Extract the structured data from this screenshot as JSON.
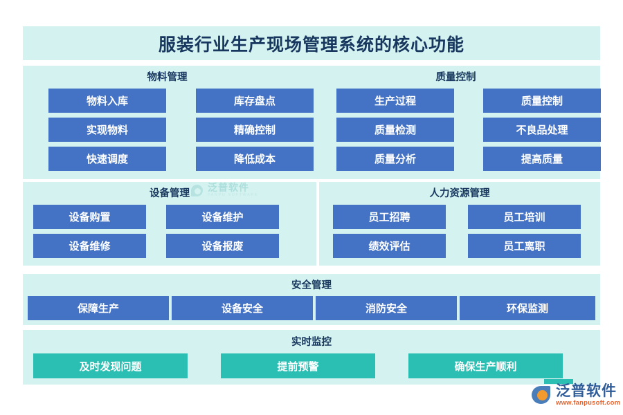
{
  "header": {
    "title": "服装行业生产现场管理系统的核心功能"
  },
  "sections": [
    {
      "id": "material-management",
      "title": "物料管理",
      "accent": "#4472C4",
      "items": [
        "物料入库",
        "库存盘点",
        "实现物料",
        "精确控制",
        "快速调度",
        "降低成本"
      ]
    },
    {
      "id": "quality-control",
      "title": "质量控制",
      "accent": "#4472C4",
      "items": [
        "生产过程",
        "质量控制",
        "质量检测",
        "不良品处理",
        "质量分析",
        "提高质量"
      ]
    },
    {
      "id": "equipment-management",
      "title": "设备管理",
      "accent": "#4472C4",
      "items": [
        "设备购置",
        "设备维护",
        "设备维修",
        "设备报废"
      ]
    },
    {
      "id": "human-resource-management",
      "title": "人力资源管理",
      "accent": "#4472C4",
      "items": [
        "员工招聘",
        "员工培训",
        "绩效评估",
        "员工离职"
      ]
    },
    {
      "id": "safety-management",
      "title": "安全管理",
      "accent": "#4472C4",
      "items": [
        "保障生产",
        "设备安全",
        "消防安全",
        "环保监测"
      ]
    },
    {
      "id": "real-time-monitoring",
      "title": "实时监控",
      "accent": "#2BBFB3",
      "items": [
        "及时发现问题",
        "提前预警",
        "确保生产顺利"
      ]
    }
  ],
  "watermark": {
    "cn": "泛普软件",
    "en": "FANPU SOFTWARE"
  },
  "logo": {
    "cn": "泛普软件",
    "url": "www.fanpusoft.com"
  },
  "colors": {
    "panel_bg": "#D4F2F0",
    "page_bg": "#FFFFFF",
    "blue_button": "#4472C4",
    "teal_button": "#2BBFB3",
    "title_text": "#17375E"
  }
}
